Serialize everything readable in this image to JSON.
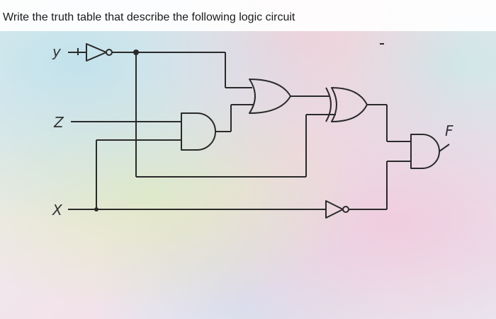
{
  "question": "Write the truth table that describe the following logic circuit",
  "inputs": {
    "y": "y",
    "z": "Z",
    "x": "X"
  },
  "output": "F",
  "colors": {
    "wire": "#2a2a2a",
    "label": "#333333"
  },
  "gates": [
    "not-gate",
    "and-gate",
    "or-gate",
    "xor-gate",
    "not-gate",
    "and-gate"
  ]
}
